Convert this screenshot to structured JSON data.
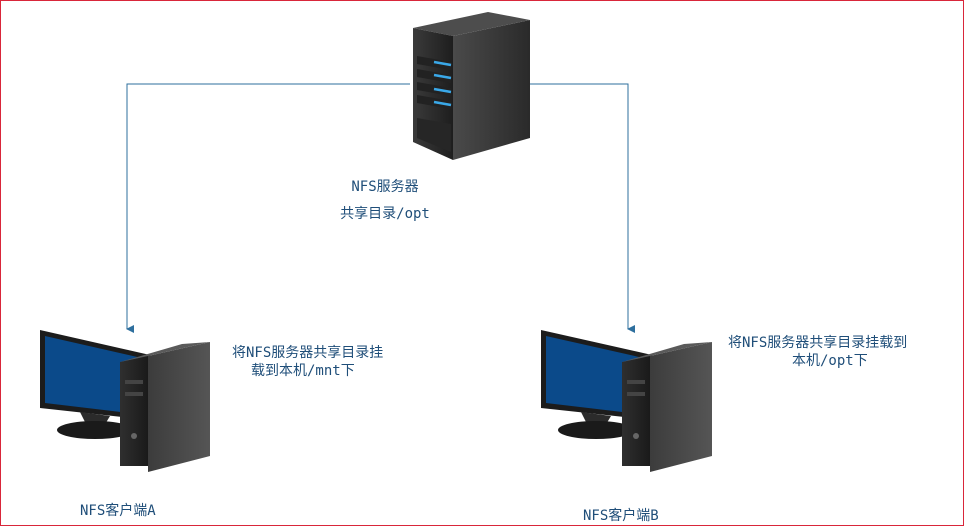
{
  "server": {
    "name": "NFS服务器",
    "share": "共享目录/opt",
    "icon": "server-tower-icon"
  },
  "client_a": {
    "name": "NFS客户端A",
    "note_line1": "将NFS服务器共享目录挂",
    "note_line2": "载到本机/mnt下",
    "icon": "desktop-computer-icon"
  },
  "client_b": {
    "name": "NFS客户端B",
    "note_line1": "将NFS服务器共享目录挂载到",
    "note_line2": "本机/opt下",
    "icon": "desktop-computer-icon"
  },
  "colors": {
    "border": "#d9263a",
    "connector": "#2e6f9e",
    "text": "#1f4e79",
    "screen": "#0b4a8a",
    "led": "#3aa8e8"
  }
}
